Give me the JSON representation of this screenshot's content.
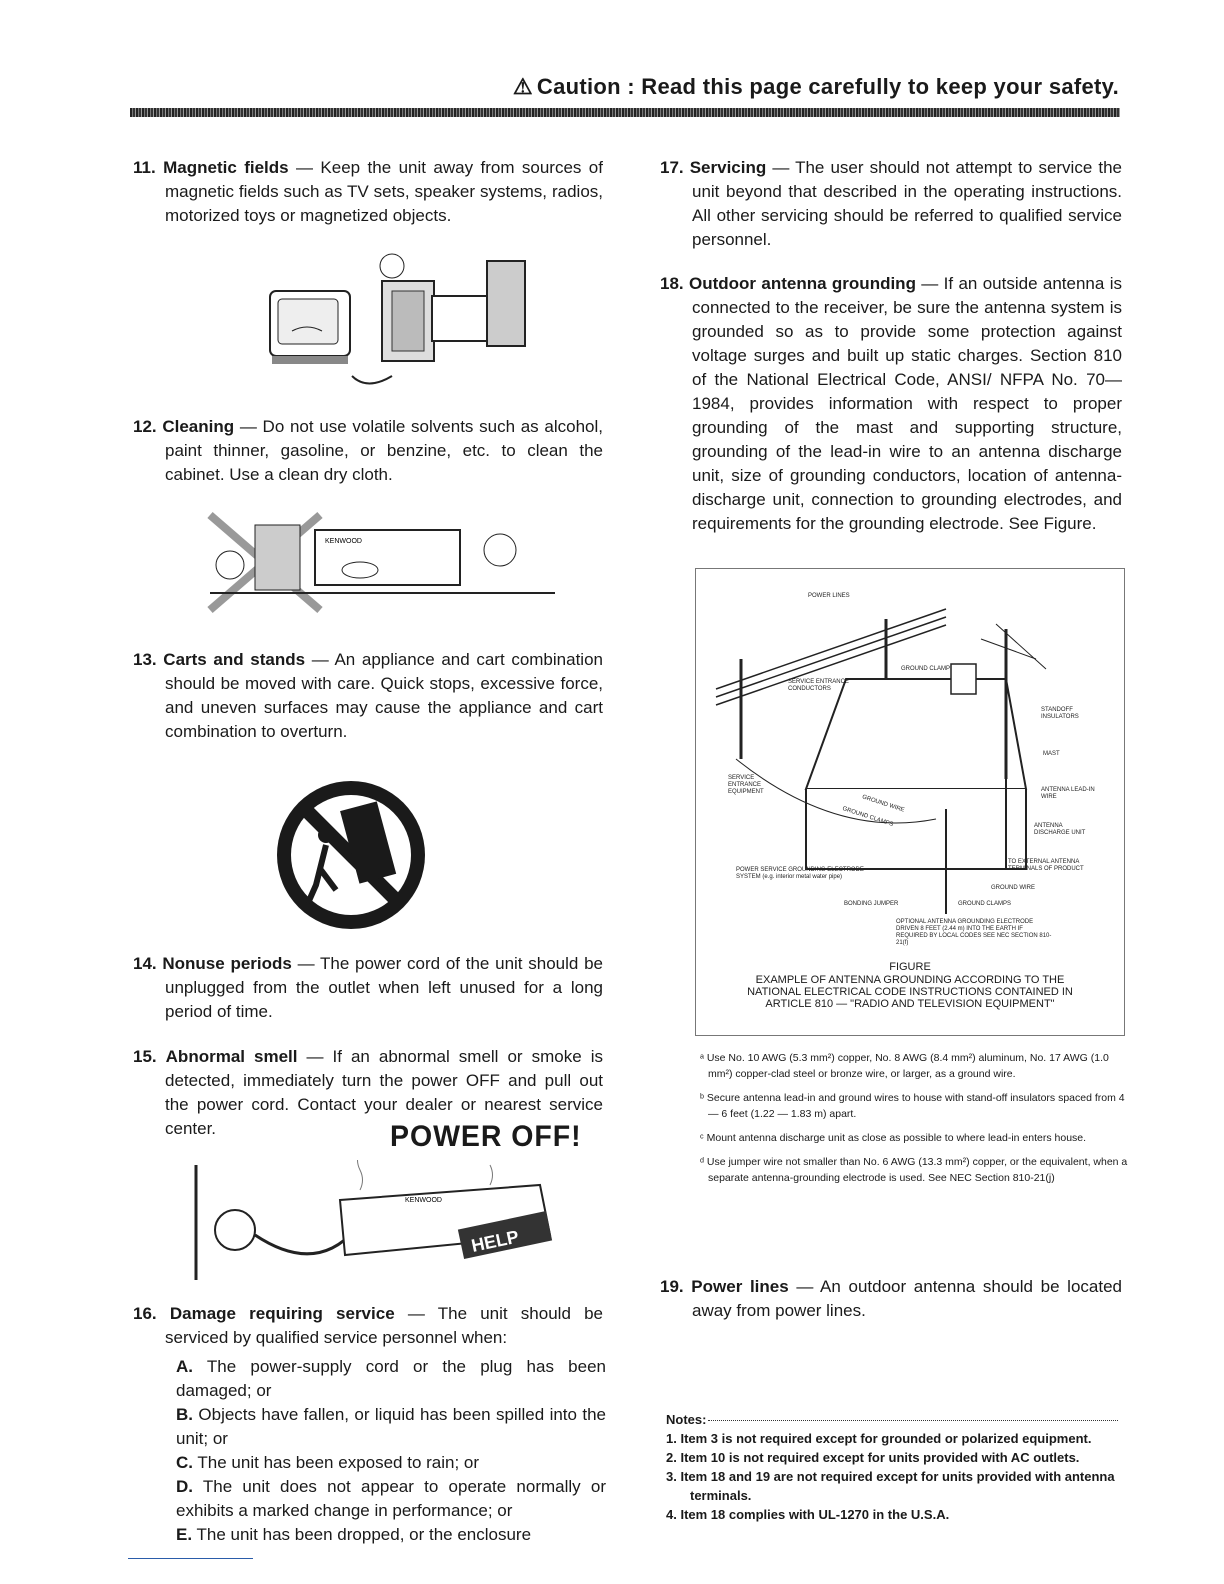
{
  "header": {
    "warning_symbol": "⚠",
    "title": "Caution : Read this page carefully to keep your safety."
  },
  "items": [
    {
      "num": "11.",
      "head": "Magnetic fields",
      "text": " — Keep the unit away from sources of magnetic fields such as TV sets, speaker systems, radios, motorized toys or magnetized objects."
    },
    {
      "num": "12.",
      "head": "Cleaning",
      "text": " — Do not use volatile solvents such as alcohol, paint thinner, gasoline, or benzine, etc. to clean the cabinet. Use a clean dry cloth."
    },
    {
      "num": "13.",
      "head": "Carts and stands",
      "text": " — An appliance and cart combination should be moved with care. Quick stops, excessive force, and uneven surfaces may cause the appliance and cart combination to overturn."
    },
    {
      "num": "14.",
      "head": "Nonuse periods",
      "text": " — The power cord of the unit should be unplugged from the outlet when left unused for a long period of time."
    },
    {
      "num": "15.",
      "head": "Abnormal smell",
      "text": " — If an abnormal smell or smoke is detected, immediately turn the power OFF and pull out the power cord. Contact your dealer or nearest service center."
    },
    {
      "num": "16.",
      "head": "Damage requiring service",
      "text": " — The unit should be serviced by qualified service personnel when:"
    },
    {
      "num": "17.",
      "head": "Servicing",
      "text": " — The user should not attempt to service the unit beyond that described in the operating instructions. All other servicing should be referred to qualified service personnel."
    },
    {
      "num": "18.",
      "head": "Outdoor antenna grounding",
      "text": " — If an outside antenna is connected to the receiver, be sure the antenna system is grounded so as to provide some protection against voltage surges and built up static charges. Section 810 of the National Electrical Code, ANSI/ NFPA No. 70—1984, provides information with respect to proper grounding of the mast and supporting structure, grounding of the lead-in wire to an antenna discharge unit, size of grounding conductors, location of antenna-discharge unit, connection to grounding electrodes, and requirements for the grounding electrode. See Figure."
    },
    {
      "num": "19.",
      "head": "Power lines",
      "text": " — An outdoor antenna should be located away from power lines."
    }
  ],
  "damage_conditions": [
    {
      "letter": "A.",
      "text": " The power-supply cord or the plug has been damaged; or"
    },
    {
      "letter": "B.",
      "text": " Objects have fallen, or liquid has been spilled into the unit; or"
    },
    {
      "letter": "C.",
      "text": " The unit has been exposed to rain; or"
    },
    {
      "letter": "D.",
      "text": " The unit does not appear to operate normally or exhibits a marked change in performance; or"
    },
    {
      "letter": "E.",
      "text": " The unit has been dropped, or the enclosure"
    }
  ],
  "power_off_label": "POWER OFF!",
  "illustration_text": {
    "brand": "KENWOOD",
    "help": "HELP"
  },
  "figure": {
    "labels": {
      "power_lines": "POWER LINES",
      "ground_clamp": "GROUND CLAMP",
      "service_entrance_conductors": "SERVICE ENTRANCE CONDUCTORS",
      "standoff_insulators": "STANDOFF INSULATORS",
      "mast": "MAST",
      "service_entrance_equipment": "SERVICE ENTRANCE EQUIPMENT",
      "antenna_lead_in_wire": "ANTENNA LEAD-IN WIRE",
      "ground_wire": "GROUND WIRE",
      "ground_clamps": "GROUND CLAMPS",
      "antenna_discharge_unit": "ANTENNA DISCHARGE UNIT",
      "to_external_antenna": "TO EXTERNAL ANTENNA TERMINALS OF PRODUCT",
      "power_service_grounding": "POWER SERVICE GROUNDING ELECTRODE SYSTEM (e.g. interior metal water pipe)",
      "ground_wire_b": "GROUND WIRE",
      "bonding_jumper": "BONDING JUMPER",
      "ground_clamps_b": "GROUND CLAMPS",
      "optional_electrode": "OPTIONAL ANTENNA GROUNDING ELECTRODE DRIVEN 8 FEET (2.44 m) INTO THE EARTH IF REQUIRED BY LOCAL CODES SEE NEC SECTION 810-21(f)"
    },
    "caption_title": "FIGURE",
    "caption": "EXAMPLE OF ANTENNA GROUNDING ACCORDING TO THE NATIONAL ELECTRICAL CODE INSTRUCTIONS CONTAINED IN ARTICLE 810 — \"RADIO AND TELEVISION EQUIPMENT\""
  },
  "footnotes": [
    "ᵃ Use No. 10 AWG (5.3 mm²) copper, No. 8 AWG (8.4 mm²) aluminum, No. 17 AWG (1.0 mm²) copper-clad steel or bronze wire, or larger, as a ground wire.",
    "ᵇ Secure antenna lead-in and ground wires to house with stand-off insulators spaced from 4 — 6 feet (1.22 — 1.83 m) apart.",
    "ᶜ Mount antenna discharge unit as close as possible to where lead-in enters house.",
    "ᵈ Use jumper wire not smaller than No. 6 AWG (13.3 mm²) copper, or the equivalent, when a separate antenna-grounding electrode is used. See NEC Section 810-21(j)"
  ],
  "notes": {
    "label": "Notes:",
    "items": [
      "1. Item 3 is not required except for grounded or polarized equipment.",
      "2. Item 10 is not required except for units provided with AC outlets.",
      "3. Item 18 and 19 are not required except for units provided with antenna terminals.",
      "4. Item 18 complies with UL-1270 in the U.S.A."
    ]
  }
}
